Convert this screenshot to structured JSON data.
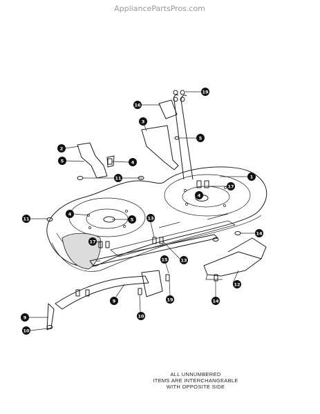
{
  "watermark": "AppliancePartsPros.com",
  "note": {
    "line1": "ALL UNNUMBERED",
    "line2": "ITEMS ARE INTERCHANGEABLE",
    "line3": "WITH OPPOSITE SIDE"
  },
  "callouts": [
    {
      "label": "19"
    },
    {
      "label": "16"
    },
    {
      "label": "3"
    },
    {
      "label": "5"
    },
    {
      "label": "2"
    },
    {
      "label": "5"
    },
    {
      "label": "4"
    },
    {
      "label": "11"
    },
    {
      "label": "1"
    },
    {
      "label": "17"
    },
    {
      "label": "4"
    },
    {
      "label": "11"
    },
    {
      "label": "4"
    },
    {
      "label": "5"
    },
    {
      "label": "13"
    },
    {
      "label": "14"
    },
    {
      "label": "17"
    },
    {
      "label": "13"
    },
    {
      "label": "15"
    },
    {
      "label": "12"
    },
    {
      "label": "9"
    },
    {
      "label": "19"
    },
    {
      "label": "14"
    },
    {
      "label": "10"
    },
    {
      "label": "9"
    },
    {
      "label": "10"
    }
  ],
  "colors": {
    "ink": "#1a1a1a",
    "callout_fill": "#111111",
    "watermark": "#9a9a9a"
  }
}
